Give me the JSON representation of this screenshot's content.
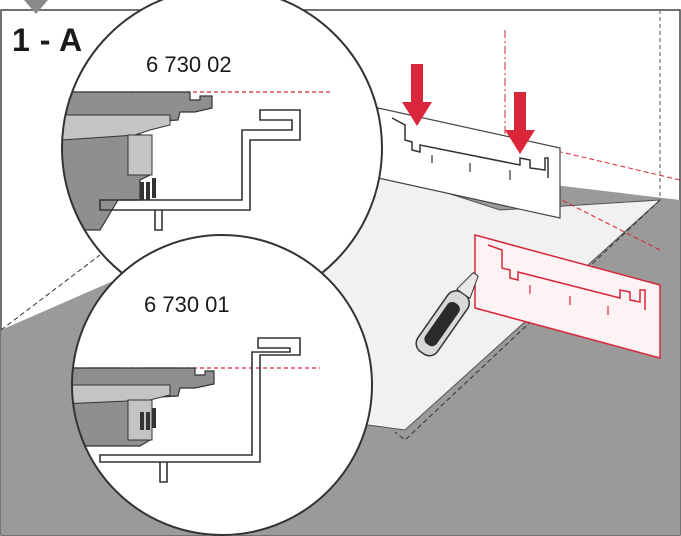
{
  "step_label": "1 - A",
  "detail_top_ref": "6 730 02",
  "detail_bottom_ref": "6 730 01",
  "colors": {
    "accent": "#d9263a",
    "floor": "#9a9a9a",
    "paper": "#f1f1f1",
    "wall": "#ffffff",
    "frame": "#444444",
    "part_gray": "#8f8f8f",
    "part_light": "#c4c4c4"
  },
  "icons": {
    "corner_marker": "down-chevron-icon",
    "tool": "utility-knife-icon",
    "arrows": "down-arrow-icon"
  }
}
